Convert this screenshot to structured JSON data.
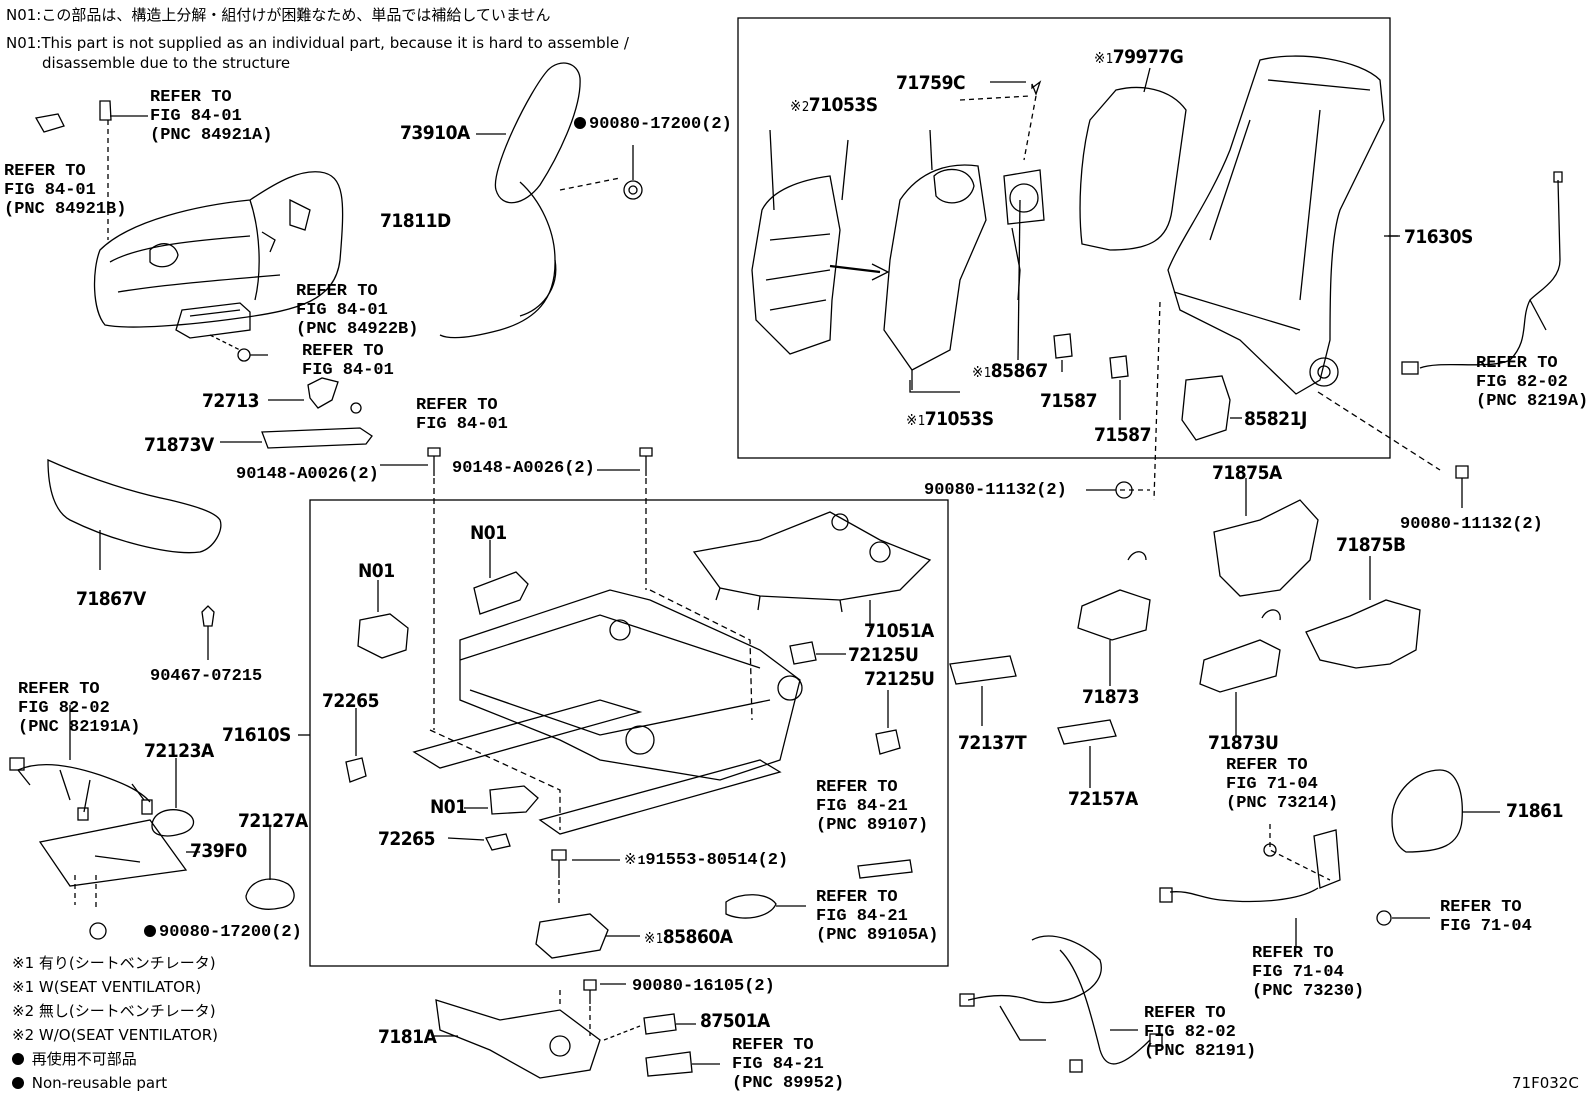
{
  "notes": {
    "n01_ja": "N01:この部品は、構造上分解・組付けが困難なため、単品では補給していません",
    "n01_en_1": "N01:This part is not supplied as an individual part, because it is hard to assemble /",
    "n01_en_2": "disassemble due to the structure"
  },
  "marker_symbol": "※",
  "legend": {
    "l1": "※1 有り(シートベンチレータ)",
    "l2": "※1 W(SEAT VENTILATOR)",
    "l3": "※2 無し(シートベンチレータ)",
    "l4": "※2 W/O(SEAT VENTILATOR)",
    "l5": "再使用不可部品",
    "l6": "Non-reusable part"
  },
  "figure_code": "71F032C",
  "parts": {
    "p73910A": "73910A",
    "p90080_17200_top": "90080-17200(2)",
    "p71811D": "71811D",
    "p72713": "72713",
    "p71873V": "71873V",
    "p90148_a": "90148-A0026(2)",
    "p90148_b": "90148-A0026(2)",
    "p71867V": "71867V",
    "p90467": "90467-07215",
    "p72123A": "72123A",
    "p72127A": "72127A",
    "p739F0": "739F0",
    "p90080_17200_bot": "90080-17200(2)",
    "p71610S": "71610S",
    "p72265_a": "72265",
    "p72265_b": "72265",
    "n01_a": "N01",
    "n01_b": "N01",
    "n01_c": "N01",
    "p71051A": "71051A",
    "p72125U_a": "72125U",
    "p72125U_b": "72125U",
    "p91553": "91553-80514(2)",
    "p85860A": "85860A",
    "p90080_16105": "90080-16105(2)",
    "p87501A": "87501A",
    "p7181A": "7181A",
    "p71053S_top": "71053S",
    "p71759C": "71759C",
    "p79977G": "79977G",
    "p71630S": "71630S",
    "p85867": "85867",
    "p71053S_bot": "71053S",
    "p71587_a": "71587",
    "p71587_b": "71587",
    "p85821J": "85821J",
    "p90080_11132_a": "90080-11132(2)",
    "p90080_11132_b": "90080-11132(2)",
    "p71875A": "71875A",
    "p71875B": "71875B",
    "p72137T": "72137T",
    "p72157A": "72157A",
    "p71873": "71873",
    "p71873U": "71873U",
    "p71861": "71861"
  },
  "refs": {
    "r1": "REFER TO\nFIG 84-01\n(PNC 84921A)",
    "r2": "REFER TO\nFIG 84-01\n(PNC 84921B)",
    "r3": "REFER TO\nFIG 84-01\n(PNC 84922B)",
    "r4": "REFER TO\nFIG 84-01",
    "r5": "REFER TO\nFIG 84-01",
    "r6": "REFER TO\nFIG 82-02\n(PNC 8219A)",
    "r7": "REFER TO\nFIG 82-02\n(PNC 82191A)",
    "r8": "REFER TO\nFIG 84-21\n(PNC 89107)",
    "r9": "REFER TO\nFIG 84-21\n(PNC 89105A)",
    "r10": "REFER TO\nFIG 84-21\n(PNC 89952)",
    "r11": "REFER TO\nFIG 71-04\n(PNC 73214)",
    "r12": "REFER TO\nFIG 71-04",
    "r13": "REFER TO\nFIG 71-04\n(PNC 73230)",
    "r14": "REFER TO\nFIG 82-02\n(PNC 82191)"
  }
}
